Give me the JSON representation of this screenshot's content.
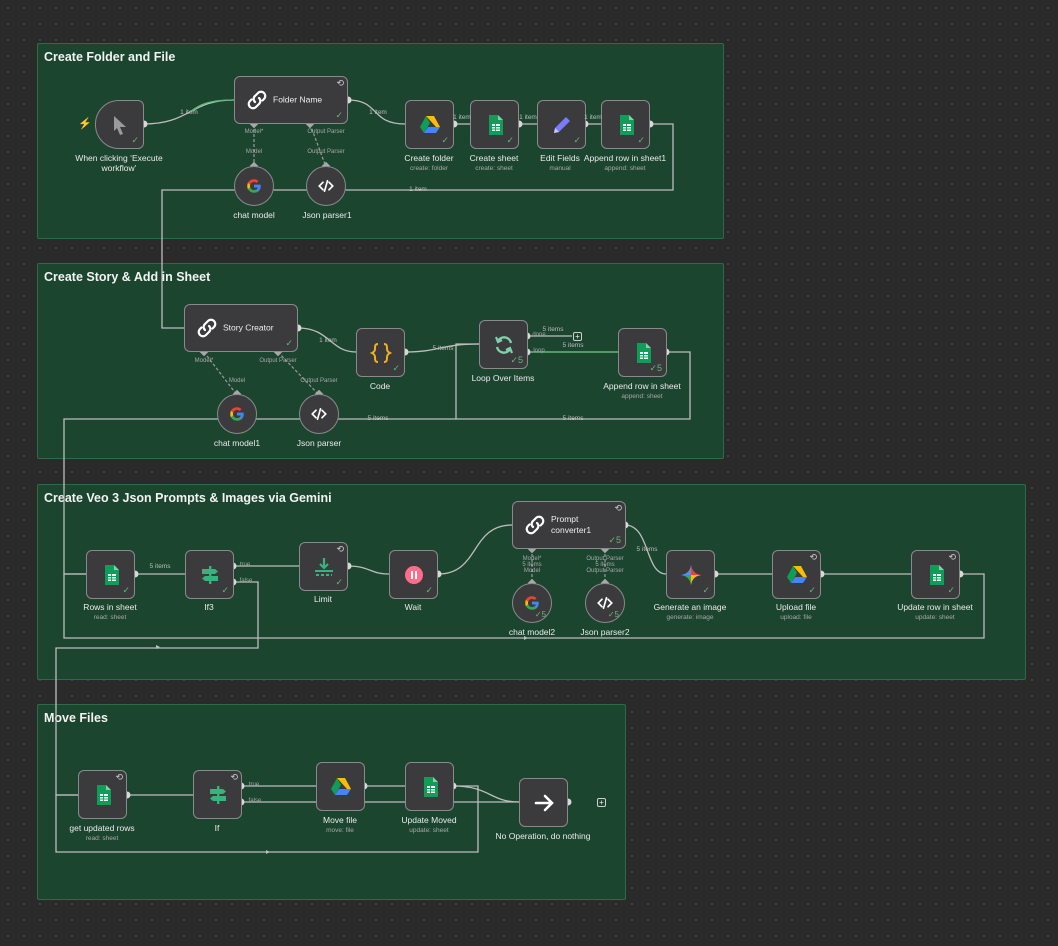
{
  "groups": {
    "g1": "Create Folder and File",
    "g2": "Create Story & Add in Sheet",
    "g3": "Create Veo 3 Json Prompts & Images via Gemini",
    "g4": "Move Files"
  },
  "nodes": {
    "trigger": "When clicking ‘Execute workflow’",
    "folder_name": "Folder Name",
    "chat_model": "chat model",
    "json_parser1": "Json parser1",
    "create_folder": "Create folder",
    "create_folder_sub": "create: folder",
    "create_sheet": "Create sheet",
    "create_sheet_sub": "create: sheet",
    "edit_fields": "Edit Fields",
    "edit_fields_sub": "manual",
    "append_row1": "Append row in sheet1",
    "append_row1_sub": "append: sheet",
    "story_creator": "Story Creator",
    "code": "Code",
    "loop": "Loop Over Items",
    "append_row": "Append row in sheet",
    "append_row_sub": "append: sheet",
    "chat_model1": "chat model1",
    "json_parser": "Json parser",
    "rows_in_sheet": "Rows in sheet",
    "rows_in_sheet_sub": "read: sheet",
    "if3": "If3",
    "limit": "Limit",
    "wait": "Wait",
    "prompt_converter": "Prompt converter1",
    "chat_model2": "chat model2",
    "json_parser2": "Json parser2",
    "generate_image": "Generate an image",
    "generate_image_sub": "generate: image",
    "upload_file": "Upload file",
    "upload_file_sub": "upload: file",
    "update_row": "Update row in sheet",
    "update_row_sub": "update: sheet",
    "get_updated_rows": "get updated rows",
    "get_updated_rows_sub": "read: sheet",
    "if": "If",
    "move_file": "Move file",
    "move_file_sub": "move: file",
    "update_moved": "Update Moved",
    "update_moved_sub": "update: sheet",
    "noop": "No Operation, do nothing"
  },
  "edges": {
    "one_item": "1 item",
    "five_items": "5 items",
    "done": "done",
    "loop": "loop",
    "true": "true",
    "false": "false"
  },
  "ports": {
    "model_req": "Model*",
    "model": "Model",
    "output_parser": "Output Parser"
  },
  "badges": {
    "five": "5"
  },
  "colors": {
    "canvas": "#2a2a2b",
    "group_fill": "#1c4530",
    "wire": "#5fb878",
    "node_fill": "#3b3b3d",
    "node_border": "#8a8a8d",
    "sheets_green": "#0f9d58",
    "code_orange": "#f2b01e",
    "wait_pink": "#ff6d8a",
    "edit_purple": "#7b7bff"
  },
  "icons": {
    "trigger": "cursor-icon",
    "agent": "link-chain-icon",
    "google": "google-g-icon",
    "parser": "code-brackets-icon",
    "drive": "google-drive-icon",
    "sheets": "google-sheets-icon",
    "edit": "pencil-icon",
    "code": "curly-braces-icon",
    "loop": "loop-arrows-icon",
    "if": "signpost-icon",
    "limit": "limit-icon",
    "wait": "pause-icon",
    "gemini": "gemini-star-icon",
    "noop": "arrow-right-icon"
  }
}
